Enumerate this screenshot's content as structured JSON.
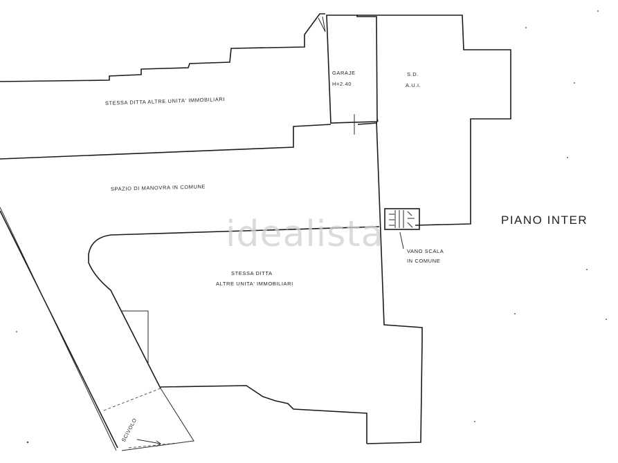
{
  "watermark": "idealista",
  "floor_title": "PIANO INTER",
  "rooms": {
    "garage_title": "GARAJE",
    "garage_height": "H=2.40",
    "sd_title": "S.D.",
    "sd_sub": "A.U.I.",
    "north_unit": "STESSA DITTA ALTRE UNITA' IMMOBILIARI",
    "maneuver": "SPAZIO DI MANOVRA IN COMUNE",
    "south_unit_line1": "STESSA DITTA",
    "south_unit_line2": "ALTRE UNITA' IMMOBILIARI",
    "stair_line1": "VANO SCALA",
    "stair_line2": "IN COMUNE"
  },
  "ramp_label": "SCIVOLO"
}
